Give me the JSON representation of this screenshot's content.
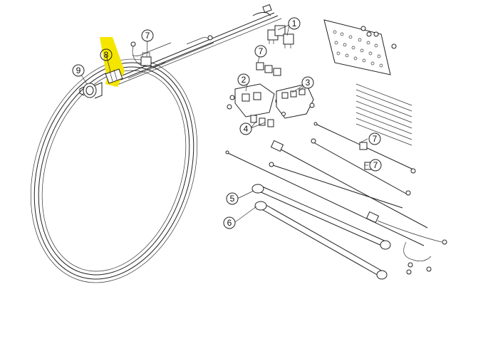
{
  "diagram": {
    "highlight_color": "#f5e600",
    "highlighted_callout": "8",
    "callouts": [
      {
        "id": "c1",
        "label": "1"
      },
      {
        "id": "c2",
        "label": "2"
      },
      {
        "id": "c3",
        "label": "3"
      },
      {
        "id": "c4",
        "label": "4"
      },
      {
        "id": "c5",
        "label": "5"
      },
      {
        "id": "c6",
        "label": "6"
      },
      {
        "id": "c7a",
        "label": "7"
      },
      {
        "id": "c7b",
        "label": "7"
      },
      {
        "id": "c7c",
        "label": "7"
      },
      {
        "id": "c7d",
        "label": "7"
      },
      {
        "id": "c8",
        "label": "8"
      },
      {
        "id": "c9",
        "label": "9"
      }
    ]
  }
}
